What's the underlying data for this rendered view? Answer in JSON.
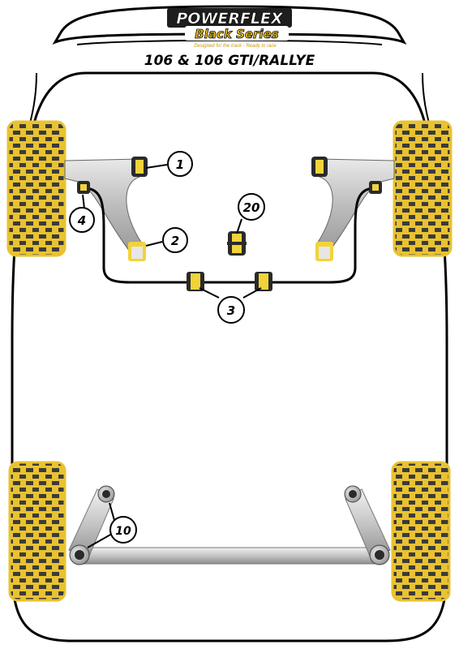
{
  "brand": {
    "name": "POWERFLEX",
    "series": "Black Series",
    "tagline": "Designed for the track - Ready to race"
  },
  "model_title": "106 & 106 GTI/RALLYE",
  "callouts": [
    "1",
    "2",
    "20",
    "4",
    "3",
    "10"
  ],
  "colors": {
    "tyre_yellow": "#e9c230",
    "tyre_dark": "#3b3b3b",
    "bush_yellow": "#f2d33a",
    "bush_black": "#2a2a2a",
    "arm_grey": "#c9c9c9"
  }
}
